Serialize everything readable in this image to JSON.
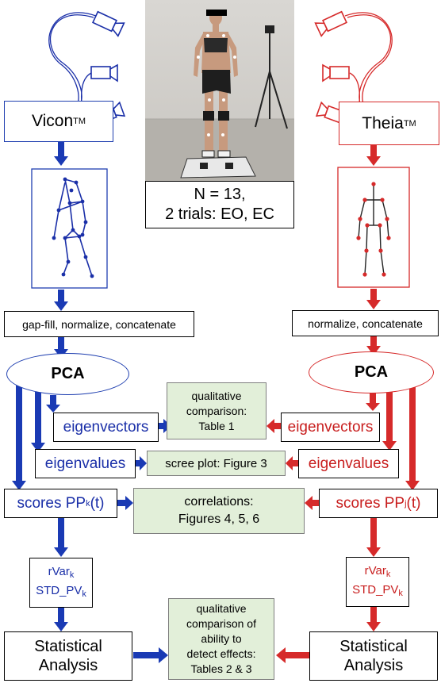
{
  "colors": {
    "vicon": "#1a2fa8",
    "theia": "#d62a2a",
    "note_fill": "#e2efd9"
  },
  "photo": {
    "caption_line1": "N = 13,",
    "caption_line2": "2 trials: EO, EC"
  },
  "left": {
    "system_name": "Vicon",
    "system_tm": "TM",
    "preprocess": "gap-fill, normalize, concatenate",
    "pca": "PCA",
    "eigenvectors": "eigenvectors",
    "eigenvalues": "eigenvalues",
    "scores": "scores PP",
    "scores_sub": "k",
    "scores_tail": "(t)",
    "rvar": "rVar",
    "rvar_sub": "k",
    "std": "STD_PV",
    "std_sub": "k",
    "stat_line1": "Statistical",
    "stat_line2": "Analysis"
  },
  "right": {
    "system_name": "Theia",
    "system_tm": "TM",
    "preprocess": "normalize, concatenate",
    "pca": "PCA",
    "eigenvectors": "eigenvectors",
    "eigenvalues": "eigenvalues",
    "scores": "scores PP",
    "scores_sub": "j",
    "scores_tail": "(t)",
    "rvar": "rVar",
    "rvar_sub": "k",
    "std": "STD_PV",
    "std_sub": "k",
    "stat_line1": "Statistical",
    "stat_line2": "Analysis"
  },
  "center": {
    "qualitative_1": "qualitative",
    "qualitative_2": "comparison:",
    "qualitative_3": "Table 1",
    "scree": "scree plot: Figure 3",
    "corr_1": "correlations:",
    "corr_2": "Figures 4, 5, 6",
    "effects_1": "qualitative",
    "effects_2": "comparison of",
    "effects_3": "ability to",
    "effects_4": "detect effects:",
    "effects_5": "Tables 2 & 3"
  }
}
